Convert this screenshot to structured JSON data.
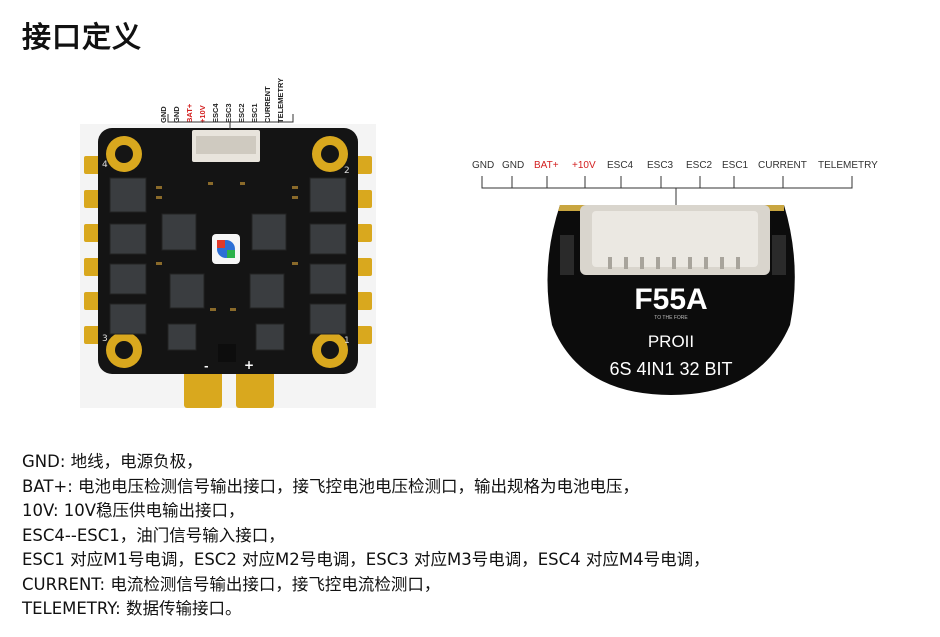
{
  "page": {
    "title": "接口定义"
  },
  "board": {
    "pins": [
      {
        "label": "GND",
        "color": "#222222"
      },
      {
        "label": "GND",
        "color": "#222222"
      },
      {
        "label": "BAT+",
        "color": "#d32020"
      },
      {
        "label": "+10V",
        "color": "#d32020"
      },
      {
        "label": "ESC4",
        "color": "#222222"
      },
      {
        "label": "ESC3",
        "color": "#222222"
      },
      {
        "label": "ESC2",
        "color": "#222222"
      },
      {
        "label": "ESC1",
        "color": "#222222"
      },
      {
        "label": "CURRENT",
        "color": "#222222"
      },
      {
        "label": "TELEMETRY",
        "color": "#222222"
      }
    ],
    "motor_numbers": [
      "4",
      "2",
      "3",
      "1"
    ],
    "polarity": {
      "minus": "-",
      "plus": "+"
    }
  },
  "callout": {
    "labels": [
      {
        "label": "GND",
        "color": "#333333"
      },
      {
        "label": "GND",
        "color": "#333333"
      },
      {
        "label": "BAT+",
        "color": "#d32020"
      },
      {
        "label": "+10V",
        "color": "#d32020"
      },
      {
        "label": "ESC4",
        "color": "#333333"
      },
      {
        "label": "ESC3",
        "color": "#333333"
      },
      {
        "label": "ESC2",
        "color": "#333333"
      },
      {
        "label": "ESC1",
        "color": "#333333"
      },
      {
        "label": "CURRENT",
        "color": "#333333"
      },
      {
        "label": "TELEMETRY",
        "color": "#333333"
      }
    ],
    "silkscreen": {
      "logo": "F55A",
      "tagline": "TO THE FORE",
      "model": "PROII",
      "spec": "6S 4IN1 32 BIT"
    }
  },
  "description": [
    "GND: 地线，电源负极，",
    "BAT+: 电池电压检测信号输出接口，接飞控电池电压检测口，输出规格为电池电压，",
    "10V:  10V稳压供电输出接口，",
    "ESC4--ESC1，油门信号输入接口，",
    "ESC1 对应M1号电调，ESC2 对应M2号电调，ESC3 对应M3号电调，ESC4 对应M4号电调，",
    "CURRENT: 电流检测信号输出接口，接飞控电流检测口，",
    "TELEMETRY: 数据传输接口。"
  ],
  "colors": {
    "pcb": "#141414",
    "gold": "#d9a81e",
    "red_label": "#d32020"
  }
}
